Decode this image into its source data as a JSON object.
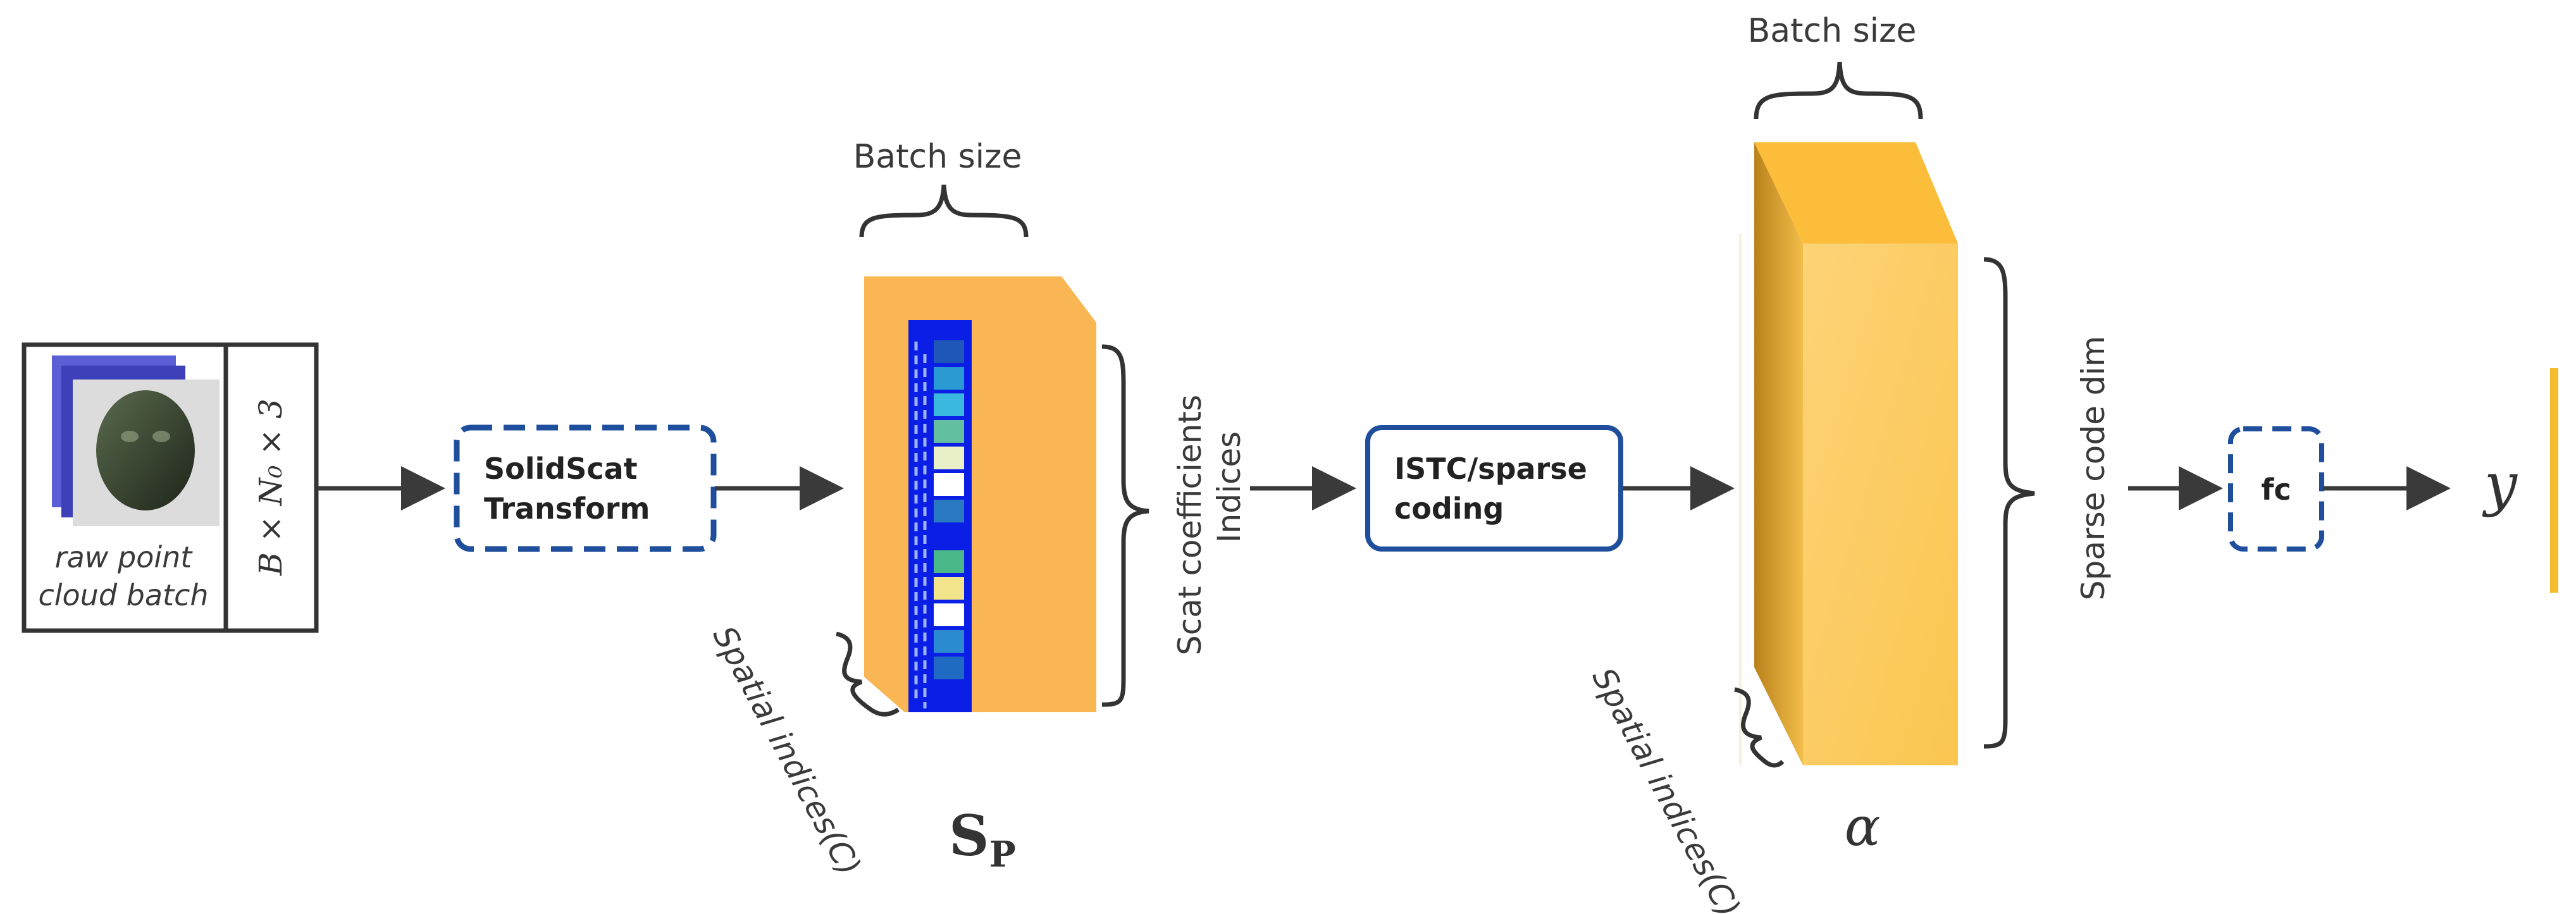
{
  "input": {
    "caption_line1": "raw point",
    "caption_line2": "cloud batch",
    "dims_label": "B × N₀ × 3"
  },
  "solidscat": {
    "line1": "SolidScat",
    "line2": "Transform"
  },
  "sp": {
    "batch_label": "Batch size",
    "coeff_label_line1": "Scat coefficients",
    "coeff_label_line2": "Indices",
    "spatial_label": "Spatial indices(C)",
    "symbol_main": "S",
    "symbol_sub": "P"
  },
  "istc": {
    "line1": "ISTC/sparse",
    "line2": "coding"
  },
  "alpha": {
    "batch_label": "Batch size",
    "sparse_dim_label": "Sparse code dim",
    "spatial_label": "Spatial indices(C)",
    "symbol": "α"
  },
  "fc": {
    "label": "fc"
  },
  "output": {
    "symbol": "y"
  },
  "colors": {
    "dashed_blue": "#1f4e9c",
    "arrow": "#3a3a3a",
    "tensor_orange": "#fbb654",
    "grid_blue": "#0a1ee6",
    "alpha_front": "#fdd071",
    "alpha_side": "#e2a233",
    "alpha_top": "#fbbd3a",
    "output_bar": "#f5bb2f"
  }
}
